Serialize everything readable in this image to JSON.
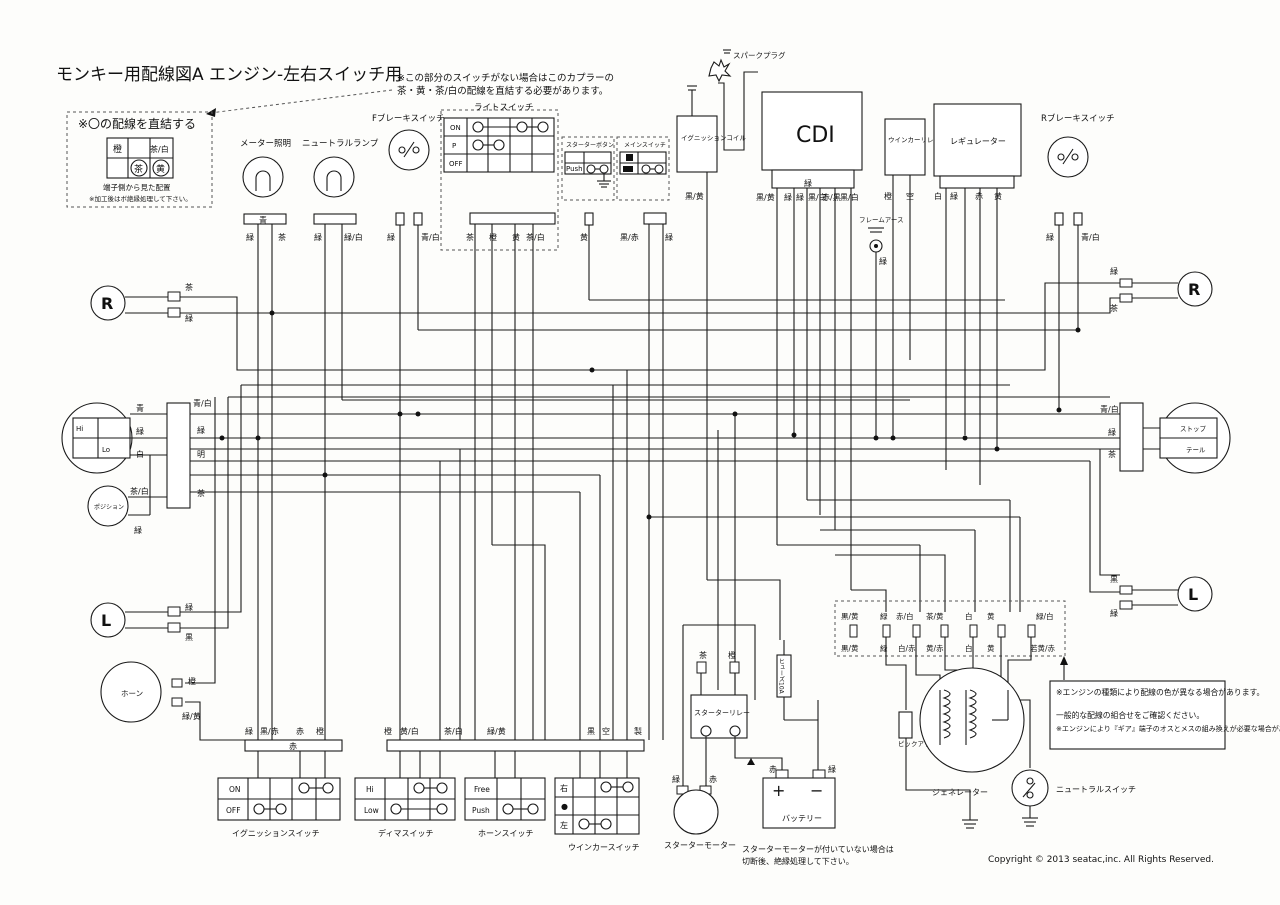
{
  "title": "モンキー用配線図A エンジン-左右スイッチ用",
  "note_top": "※この部分のスイッチがない場合はこのカプラーの",
  "note_top2": "茶・黄・茶/白の配線を直結する必要があります。",
  "inset": {
    "title": "※〇の配線を直結する",
    "cells": [
      "橙",
      "茶/白",
      "茶",
      "黄"
    ],
    "caption1": "端子側から見た配置",
    "caption2": "※加工後はボ絶縁処理して下さい。"
  },
  "components": {
    "meter_light": "メーター照明",
    "neutral_lamp": "ニュートラルランプ",
    "f_brake_switch": "Fブレーキスイッチ",
    "light_switch": "ライトスイッチ",
    "light_switch_rows": [
      "ON",
      "P",
      "OFF"
    ],
    "starter_switch": "スターターボタン",
    "starter_push": "Push",
    "main_switch": "メインスイッチ",
    "ignition_coil": "イグニッションコイル",
    "spark_plug": "スパークプラグ",
    "cdi": "CDI",
    "winker_relay": "ウインカーリレー",
    "regulator": "レギュレーター",
    "r_brake_switch": "Rブレーキスイッチ",
    "frame_earth": "フレームアース",
    "headlight_hi": "Hi",
    "headlight_lo": "Lo",
    "position": "ポジション",
    "tail_stop": "ストップ",
    "tail": "テール",
    "horn": "ホーン",
    "starter_relay": "スターターリレー",
    "fuse": "ヒューズ10A",
    "battery": "バッテリー",
    "starter_motor": "スターターモーター",
    "pickup_coil": "ピックアップコイル",
    "generator": "ジェネレーター",
    "neutral_switch": "ニュートラルスイッチ",
    "ignition_switch": "イグニッションスイッチ",
    "dimmer_switch": "ディマスイッチ",
    "horn_switch": "ホーンスイッチ",
    "winker_switch": "ウインカースイッチ",
    "R": "R",
    "L": "L"
  },
  "switch_tables": {
    "ignition": [
      "ON",
      "OFF"
    ],
    "dimmer": [
      "Hi",
      "Low"
    ],
    "horn": [
      "Free",
      "Push"
    ],
    "winker": [
      "右",
      "●",
      "左"
    ]
  },
  "wire_colors": {
    "meter": [
      "緑",
      "茶"
    ],
    "meter_conn": "青",
    "neutral": [
      "緑",
      "緑/白"
    ],
    "fbrake": [
      "緑",
      "青/白"
    ],
    "light": [
      "茶",
      "橙",
      "黄",
      "茶/白"
    ],
    "starter": [
      "黄"
    ],
    "main": [
      "黒/赤",
      "緑"
    ],
    "ign": [
      "黒/黄"
    ],
    "cdi": [
      "黒/黄",
      "緑",
      "緑",
      "黒/白",
      "赤/黒",
      "黒/白"
    ],
    "cdi_top": "緑",
    "relay": [
      "橙",
      "空"
    ],
    "reg": [
      "白",
      "緑",
      "赤",
      "黄"
    ],
    "rbrake": [
      "緑",
      "青/白"
    ],
    "frame": "緑",
    "r_left": [
      "茶",
      "緑"
    ],
    "r_right": [
      "緑",
      "茶"
    ],
    "head": [
      "青",
      "緑",
      "白",
      "茶/白",
      "緑"
    ],
    "head_right": [
      "青/白",
      "緑",
      "明",
      "茶"
    ],
    "tail": [
      "青/白",
      "緑",
      "茶"
    ],
    "l_left": [
      "緑",
      "黒"
    ],
    "l_right": [
      "黒",
      "緑"
    ],
    "horn": [
      "橙",
      "緑/黄"
    ],
    "bottom_left_top": [
      "緑",
      "黒/赤",
      "赤",
      "橙"
    ],
    "bottom_left_conn": "赤",
    "bottom_mid_top": [
      "橙",
      "黄/白",
      "茶/白",
      "緑/黄",
      "黒",
      "空",
      "製"
    ],
    "gen_top": [
      "黒/黄",
      "緑",
      "赤/白",
      "茶/黄",
      "白",
      "黄",
      "緑/白"
    ],
    "gen_bot": [
      "黒/黄",
      "緑",
      "白/赤",
      "黄/赤",
      "白",
      "黄",
      "若黄/赤"
    ],
    "relay_wires": [
      "茶",
      "橙"
    ],
    "batt": [
      "赤",
      "緑"
    ],
    "motor": [
      "緑",
      "赤"
    ]
  },
  "note_right": [
    "※エンジンの種類により配線の色が異なる場合があります。",
    "一般的な配線の組合せをご確認ください。",
    "※エンジンにより『ギア』端子のオスとメスの組み換えが必要な場合があります。"
  ],
  "note_starter": [
    "スターターモーターが付いていない場合は",
    "切断後、絶縁処理して下さい。"
  ],
  "copyright": "Copyright © 2013 seatac,inc.   All Rights Reserved."
}
